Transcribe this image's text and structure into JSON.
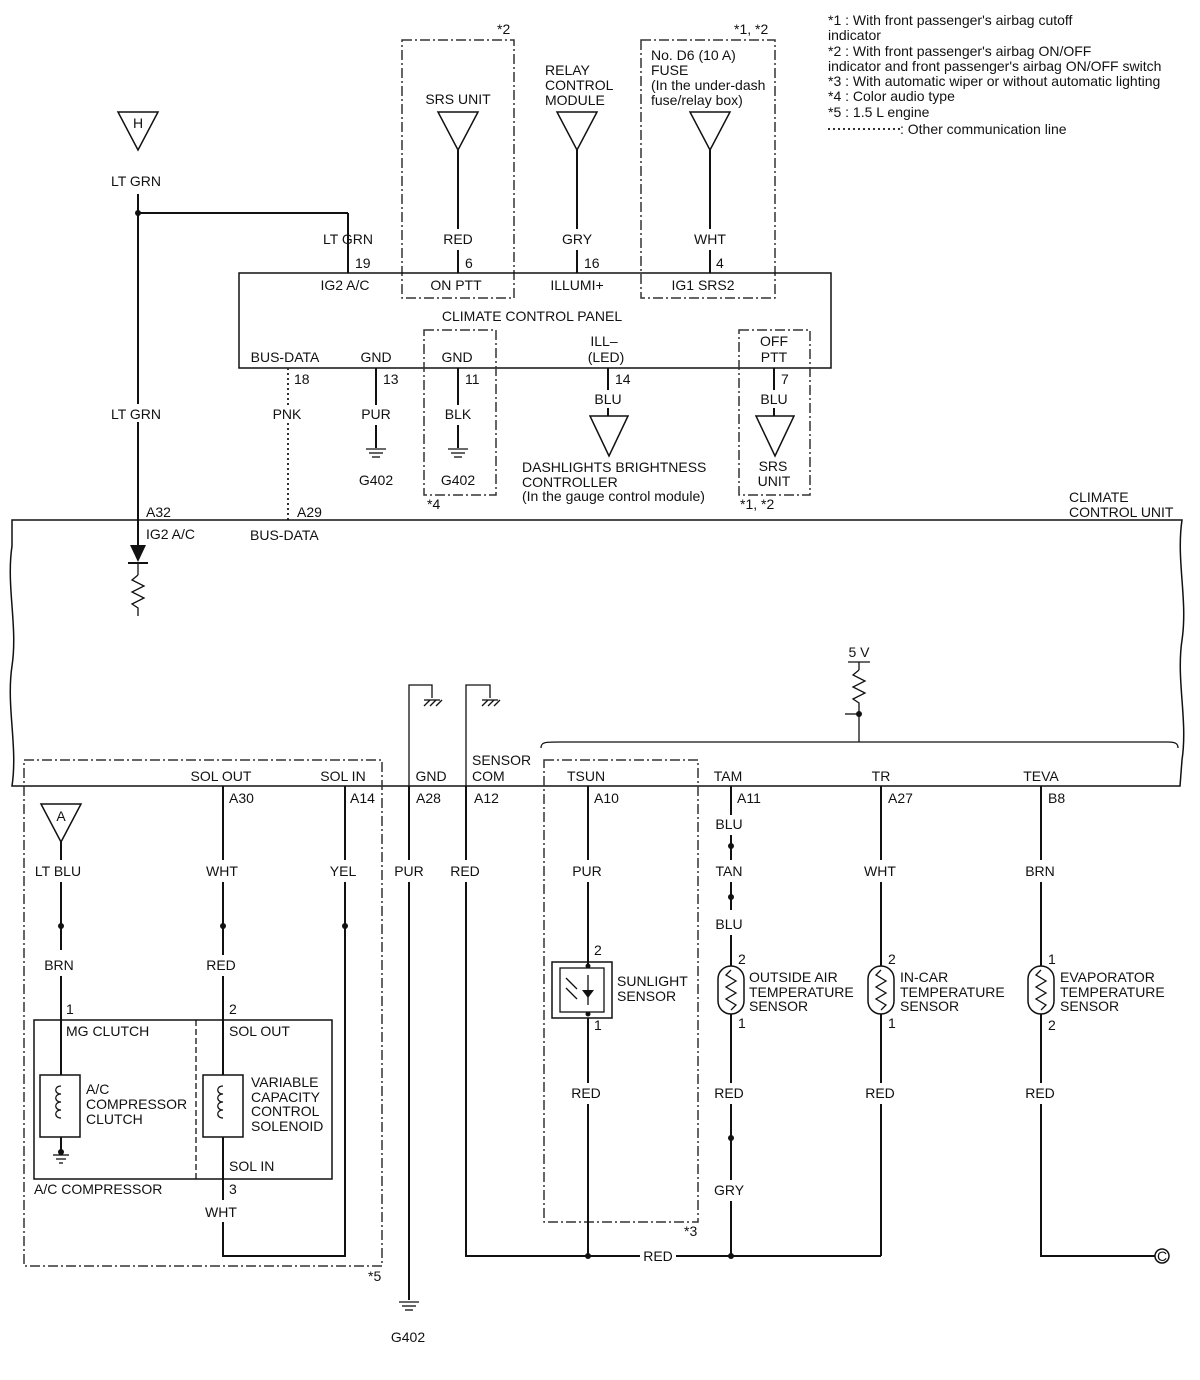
{
  "notes": {
    "n1a": "*1 : With front passenger's airbag cutoff",
    "n1b": "indicator",
    "n2a": "*2 : With front passenger's airbag ON/OFF",
    "n2b": "indicator and front passenger's airbag ON/OFF switch",
    "n3": "*3 : With automatic wiper or without automatic lighting",
    "n4": "*4 : Color audio type",
    "n5": "*5 : 1.5 L engine",
    "n6": ": Other communication line"
  },
  "marks": {
    "s2": "*2",
    "s12_top": "*1, *2",
    "s4": "*4",
    "s12_bot": "*1, *2",
    "s3": "*3",
    "s5": "*5"
  },
  "top_sources": {
    "h_letter": "H",
    "srs_unit": "SRS UNIT",
    "relay_1": "RELAY",
    "relay_2": "CONTROL",
    "relay_3": "MODULE",
    "fuse_1": "No. D6 (10 A)",
    "fuse_2": "FUSE",
    "fuse_3": "(In the under-dash",
    "fuse_4": "fuse/relay box)"
  },
  "panel": {
    "name": "CLIMATE CONTROL PANEL",
    "top_pins": [
      {
        "wire": "LT GRN",
        "pin": "19",
        "label": "IG2 A/C"
      },
      {
        "wire": "RED",
        "pin": "6",
        "label": "ON PTT"
      },
      {
        "wire": "GRY",
        "pin": "16",
        "label": "ILLUMI+"
      },
      {
        "wire": "WHT",
        "pin": "4",
        "label": "IG1 SRS2"
      }
    ],
    "bottom_pins": [
      {
        "label": "BUS-DATA",
        "pin": "18",
        "wire": "PNK"
      },
      {
        "label": "GND",
        "pin": "13",
        "wire": "PUR",
        "ground": "G402"
      },
      {
        "label": "GND",
        "pin": "11",
        "wire": "BLK",
        "ground": "G402"
      },
      {
        "label1": "ILL–",
        "label2": "(LED)",
        "pin": "14",
        "wire": "BLU"
      },
      {
        "label1": "OFF",
        "label2": "PTT",
        "pin": "7",
        "wire": "BLU"
      }
    ],
    "dash_1": "DASHLIGHTS BRIGHTNESS",
    "dash_2": "CONTROLLER",
    "dash_3": "(In the gauge control module)",
    "srs_1": "SRS",
    "srs_2": "UNIT"
  },
  "h_wire": {
    "top": "LT GRN",
    "mid": "LT GRN"
  },
  "unit": {
    "name1": "CLIMATE",
    "name2": "CONTROL UNIT",
    "a32_pin": "A32",
    "a32_label": "IG2 A/C",
    "a29_pin": "A29",
    "a29_label": "BUS-DATA",
    "v5": "5 V"
  },
  "bottom_pins": [
    {
      "label": "SOL OUT",
      "pin": "A30"
    },
    {
      "label": "SOL IN",
      "pin": "A14"
    },
    {
      "label": "GND",
      "pin": "A28"
    },
    {
      "label1": "SENSOR",
      "label2": "COM",
      "pin": "A12"
    },
    {
      "label": "TSUN",
      "pin": "A10"
    },
    {
      "label": "TAM",
      "pin": "A11"
    },
    {
      "label": "TR",
      "pin": "A27"
    },
    {
      "label": "TEVA",
      "pin": "B8"
    }
  ],
  "compressor": {
    "a_letter": "A",
    "w_ltblu": "LT BLU",
    "w_brn": "BRN",
    "pin1": "1",
    "mg_clutch": "MG CLUTCH",
    "clutch_1": "A/C",
    "clutch_2": "COMPRESSOR",
    "clutch_3": "CLUTCH",
    "box_name": "A/C COMPRESSOR",
    "w_wht": "WHT",
    "w_red": "RED",
    "pin2": "2",
    "sol_out": "SOL OUT",
    "vcc_1": "VARIABLE",
    "vcc_2": "CAPACITY",
    "vcc_3": "CONTROL",
    "vcc_4": "SOLENOID",
    "sol_in": "SOL IN",
    "pin3": "3",
    "w_wht2": "WHT",
    "w_yel": "YEL"
  },
  "gnd_wire": {
    "wire": "PUR",
    "ground": "G402"
  },
  "com_wire": {
    "wire": "RED",
    "bus_wire": "RED"
  },
  "sun": {
    "w_top": "PUR",
    "pin2": "2",
    "name1": "SUNLIGHT",
    "name2": "SENSOR",
    "pin1": "1",
    "w_bot": "RED"
  },
  "tam": {
    "w1": "BLU",
    "w2": "TAN",
    "w3": "BLU",
    "pin_top": "2",
    "name1": "OUTSIDE AIR",
    "name2": "TEMPERATURE",
    "name3": "SENSOR",
    "pin_bot": "1",
    "w4": "RED",
    "w5": "GRY"
  },
  "tr": {
    "w1": "WHT",
    "pin_top": "2",
    "name1": "IN-CAR",
    "name2": "TEMPERATURE",
    "name3": "SENSOR",
    "pin_bot": "1",
    "w2": "RED"
  },
  "teva": {
    "w1": "BRN",
    "pin_top": "1",
    "name1": "EVAPORATOR",
    "name2": "TEMPERATURE",
    "name3": "SENSOR",
    "pin_bot": "2",
    "w2": "RED",
    "c_letter": "C"
  }
}
